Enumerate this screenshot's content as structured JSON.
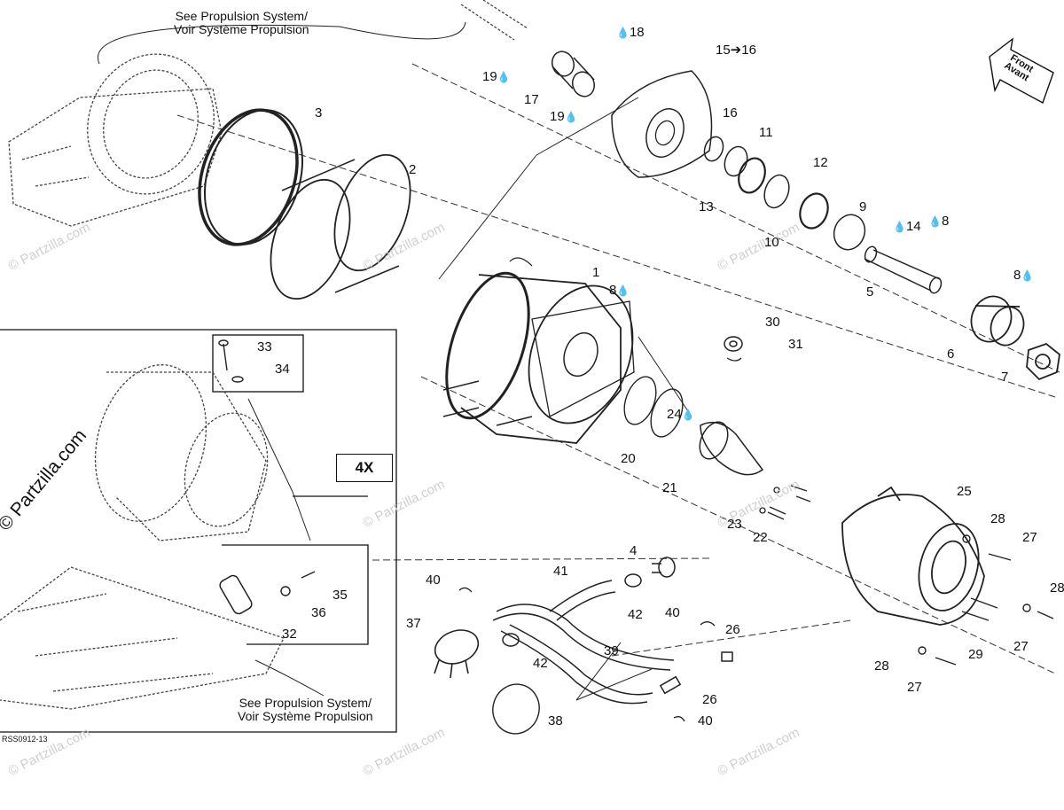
{
  "notes": {
    "top": [
      "See Propulsion System/",
      "Voir Système Propulsion"
    ],
    "bottom": [
      "See Propulsion System/",
      "Voir Système Propulsion"
    ]
  },
  "front_marker": [
    "Front",
    "Avant"
  ],
  "multiplier": "4X",
  "diagram_code": "RSS0912-13",
  "watermark": "© Partzilla.com",
  "lubrication_symbol": "drop-icon",
  "callouts": [
    {
      "id": "c1",
      "text": "1"
    },
    {
      "id": "c2",
      "text": "2"
    },
    {
      "id": "c3",
      "text": "3"
    },
    {
      "id": "c4",
      "text": "4"
    },
    {
      "id": "c5",
      "text": "5"
    },
    {
      "id": "c6",
      "text": "6"
    },
    {
      "id": "c7",
      "text": "7"
    },
    {
      "id": "c8a",
      "text": "8"
    },
    {
      "id": "c8b",
      "text": "8"
    },
    {
      "id": "c8c",
      "text": "8"
    },
    {
      "id": "c9",
      "text": "9"
    },
    {
      "id": "c10",
      "text": "10"
    },
    {
      "id": "c11",
      "text": "11"
    },
    {
      "id": "c12",
      "text": "12"
    },
    {
      "id": "c13",
      "text": "13"
    },
    {
      "id": "c14",
      "text": "14"
    },
    {
      "id": "c15",
      "text": "15➔16"
    },
    {
      "id": "c16",
      "text": "16"
    },
    {
      "id": "c17",
      "text": "17"
    },
    {
      "id": "c18",
      "text": "18"
    },
    {
      "id": "c19a",
      "text": "19"
    },
    {
      "id": "c19b",
      "text": "19"
    },
    {
      "id": "c20",
      "text": "20"
    },
    {
      "id": "c21",
      "text": "21"
    },
    {
      "id": "c22",
      "text": "22"
    },
    {
      "id": "c23",
      "text": "23"
    },
    {
      "id": "c24",
      "text": "24"
    },
    {
      "id": "c25",
      "text": "25"
    },
    {
      "id": "c26a",
      "text": "26"
    },
    {
      "id": "c26b",
      "text": "26"
    },
    {
      "id": "c27a",
      "text": "27"
    },
    {
      "id": "c27b",
      "text": "27"
    },
    {
      "id": "c27c",
      "text": "27"
    },
    {
      "id": "c28a",
      "text": "28"
    },
    {
      "id": "c28b",
      "text": "28"
    },
    {
      "id": "c28c",
      "text": "28"
    },
    {
      "id": "c29",
      "text": "29"
    },
    {
      "id": "c30",
      "text": "30"
    },
    {
      "id": "c31",
      "text": "31"
    },
    {
      "id": "c32",
      "text": "32"
    },
    {
      "id": "c33",
      "text": "33"
    },
    {
      "id": "c34",
      "text": "34"
    },
    {
      "id": "c35",
      "text": "35"
    },
    {
      "id": "c36",
      "text": "36"
    },
    {
      "id": "c37",
      "text": "37"
    },
    {
      "id": "c38",
      "text": "38"
    },
    {
      "id": "c39",
      "text": "39"
    },
    {
      "id": "c40a",
      "text": "40"
    },
    {
      "id": "c40b",
      "text": "40"
    },
    {
      "id": "c40c",
      "text": "40"
    },
    {
      "id": "c41",
      "text": "41"
    },
    {
      "id": "c42a",
      "text": "42"
    },
    {
      "id": "c42b",
      "text": "42"
    }
  ]
}
